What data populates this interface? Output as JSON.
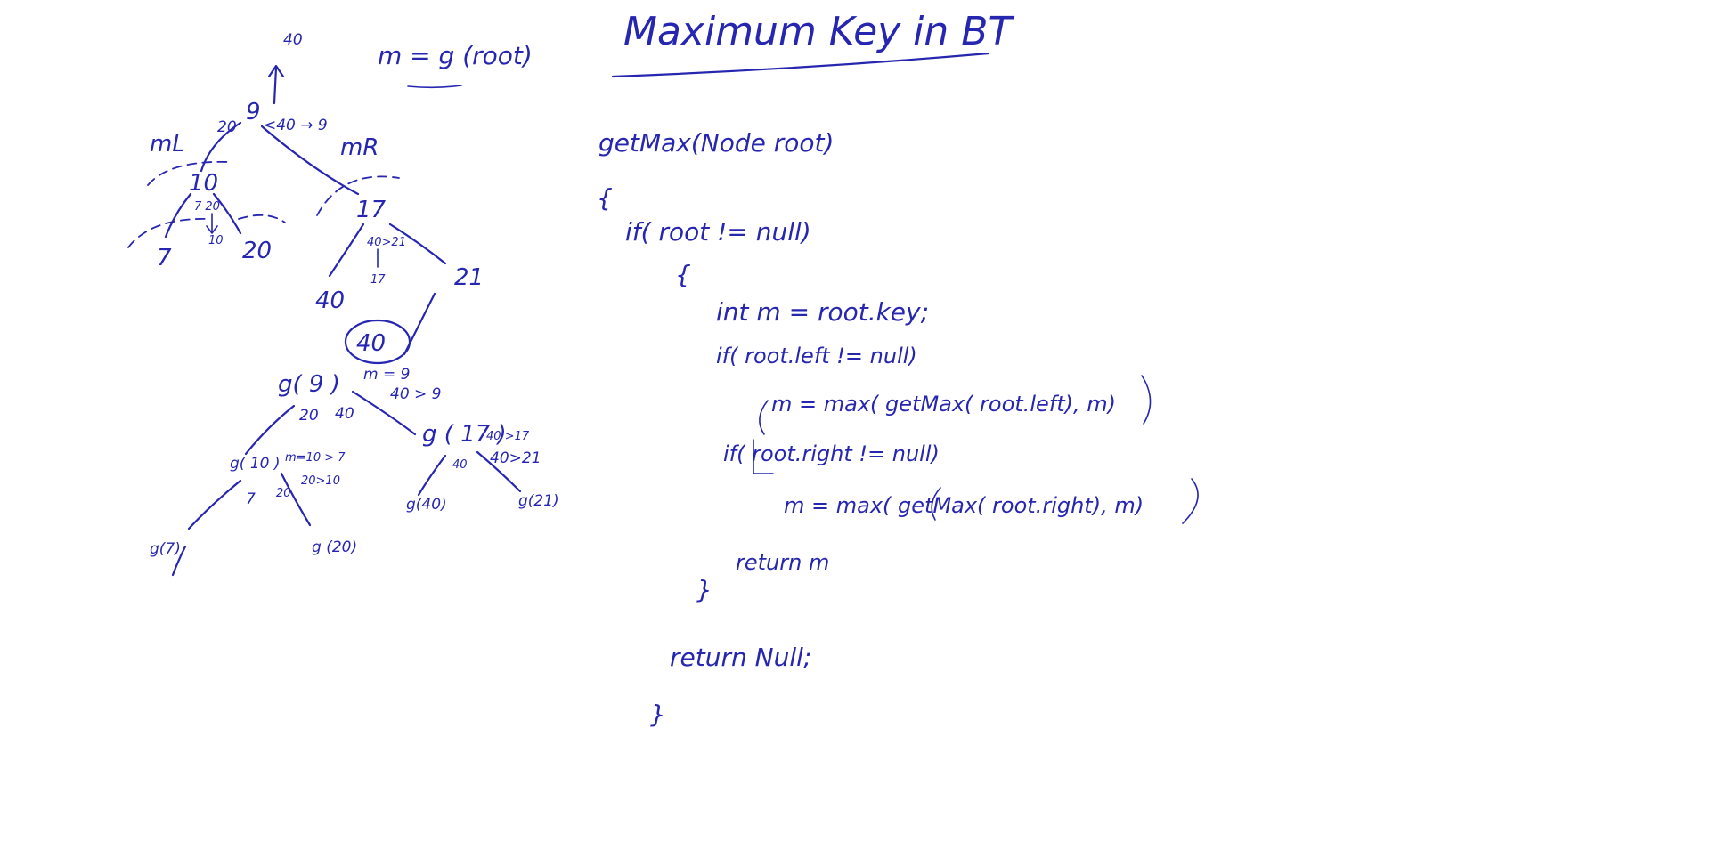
{
  "title": "Maximum Key in BT",
  "call_note": "m = g (root)",
  "code": {
    "signature": "getMax(Node root)",
    "open_brace": "{",
    "if_not_null": "if( root != null)",
    "inner_open_brace": "{",
    "init_m": "int m = root.key;",
    "if_left": "if( root.left != null)",
    "assign_left": "m = max( getMax( root.left), m)",
    "if_right": "if( root.right != null)",
    "assign_right": "m = max( getMax( root.right), m)",
    "return_m": "return m",
    "inner_close_brace": "}",
    "return_null": "return Null;",
    "close_brace": "}"
  },
  "tree1": {
    "up_value": "40",
    "root": "9",
    "root_compare": "<40 → 9",
    "left_label": "mL",
    "right_label": "mR",
    "left_value_note": "20",
    "n10": "10",
    "n10_compare": "7 20",
    "n10_compare2": "10",
    "n7": "7",
    "n20": "20",
    "n17": "17",
    "n17_compare": "40>21",
    "n17_below": "17",
    "n40": "40",
    "n21": "21",
    "result_circle": "40"
  },
  "tree2": {
    "root": "g( 9 )",
    "root_m": "m = 9",
    "root_compare": "40 > 9",
    "root_left_ret": "20",
    "root_right_ret": "40",
    "n10": "g( 10 )",
    "n10_note1": "m=10 > 7",
    "n10_note2": "20>10",
    "n10_left_ret": "7",
    "n10_right_ret": "20",
    "n17": "g ( 17 )",
    "n17_note1": "40 >17",
    "n17_note2": "40>21",
    "n17_left_ret": "40",
    "n7": "g(7)",
    "n20": "g (20)",
    "n40": "g(40)",
    "n21": "g(21)"
  },
  "ink_color": "#2626b0"
}
